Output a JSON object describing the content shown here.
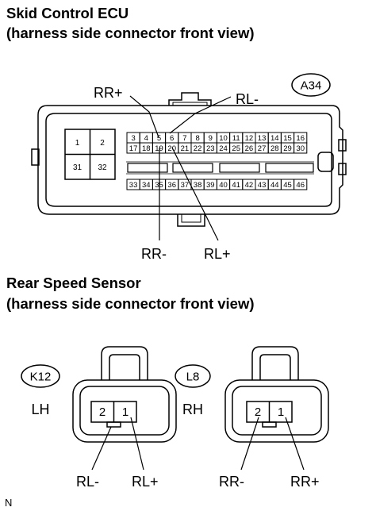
{
  "ecu": {
    "title": "Skid Control ECU",
    "subtitle": "(harness side connector front view)",
    "connector_code": "A34",
    "large_pins": [
      "1",
      "2",
      "31",
      "32"
    ],
    "row1_pins": [
      "3",
      "4",
      "5",
      "6",
      "7",
      "8",
      "9",
      "10",
      "11",
      "12",
      "13",
      "14",
      "15",
      "16"
    ],
    "row2_pins": [
      "17",
      "18",
      "19",
      "20",
      "21",
      "22",
      "23",
      "24",
      "25",
      "26",
      "27",
      "28",
      "29",
      "30"
    ],
    "row3_pins": [
      "33",
      "34",
      "35",
      "36",
      "37",
      "38",
      "39",
      "40",
      "41",
      "42",
      "43",
      "44",
      "45",
      "46"
    ],
    "labels": {
      "rr_plus": "RR+",
      "rl_minus": "RL-",
      "rr_minus": "RR-",
      "rl_plus": "RL+"
    }
  },
  "sensor": {
    "title": "Rear Speed Sensor",
    "subtitle": "(harness side connector front view)",
    "lh": {
      "code": "K12",
      "side": "LH",
      "pins": [
        "2",
        "1"
      ],
      "labels": [
        "RL-",
        "RL+"
      ]
    },
    "rh": {
      "code": "L8",
      "side": "RH",
      "pins": [
        "2",
        "1"
      ],
      "labels": [
        "RR-",
        "RR+"
      ]
    }
  },
  "footer": {
    "note": "N"
  }
}
